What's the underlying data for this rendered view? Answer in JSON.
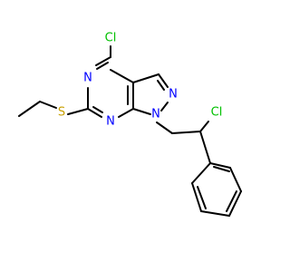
{
  "molecule": {
    "atoms": {
      "cl4": "Cl",
      "n3": "N",
      "n1": "N",
      "s": "S",
      "n5": "N",
      "n2": "N",
      "cl_side": "Cl"
    },
    "colors": {
      "bond": "#000000",
      "chlorine": "#00c000",
      "nitrogen": "#0000ff",
      "sulfur": "#c8a000"
    }
  }
}
